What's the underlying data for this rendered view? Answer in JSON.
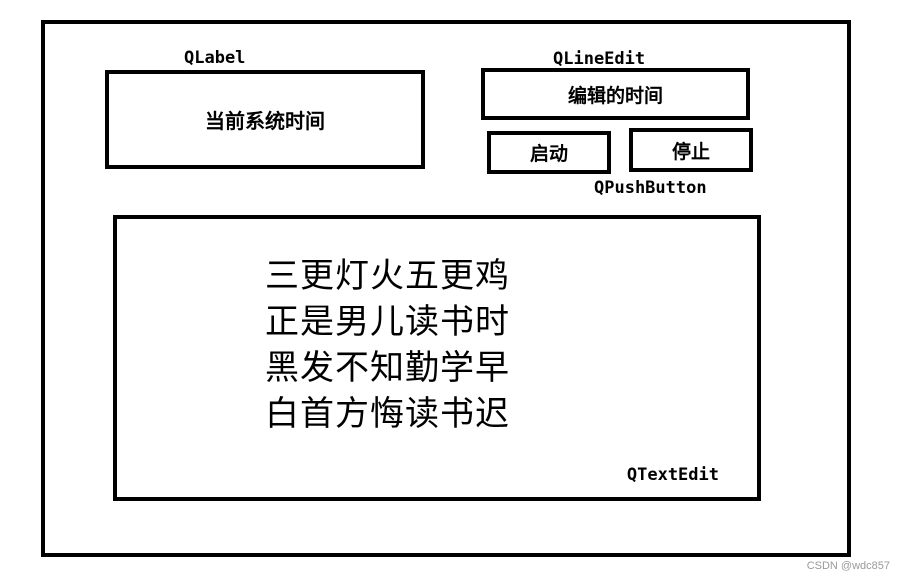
{
  "labels": {
    "qlabel": "QLabel",
    "qlineedit": "QLineEdit",
    "qpushbutton": "QPushButton",
    "qtextedit": "QTextEdit"
  },
  "label_box": {
    "text": "当前系统时间"
  },
  "lineedit_box": {
    "text": "编辑的时间"
  },
  "buttons": {
    "start": "启动",
    "stop": "停止"
  },
  "textedit": {
    "lines": [
      "三更灯火五更鸡",
      "正是男儿读书时",
      "黑发不知勤学早",
      "白首方悔读书迟"
    ]
  },
  "watermark": "CSDN @wdc857",
  "colors": {
    "border": "#000000",
    "background": "#ffffff",
    "watermark": "#9a9a9a"
  }
}
